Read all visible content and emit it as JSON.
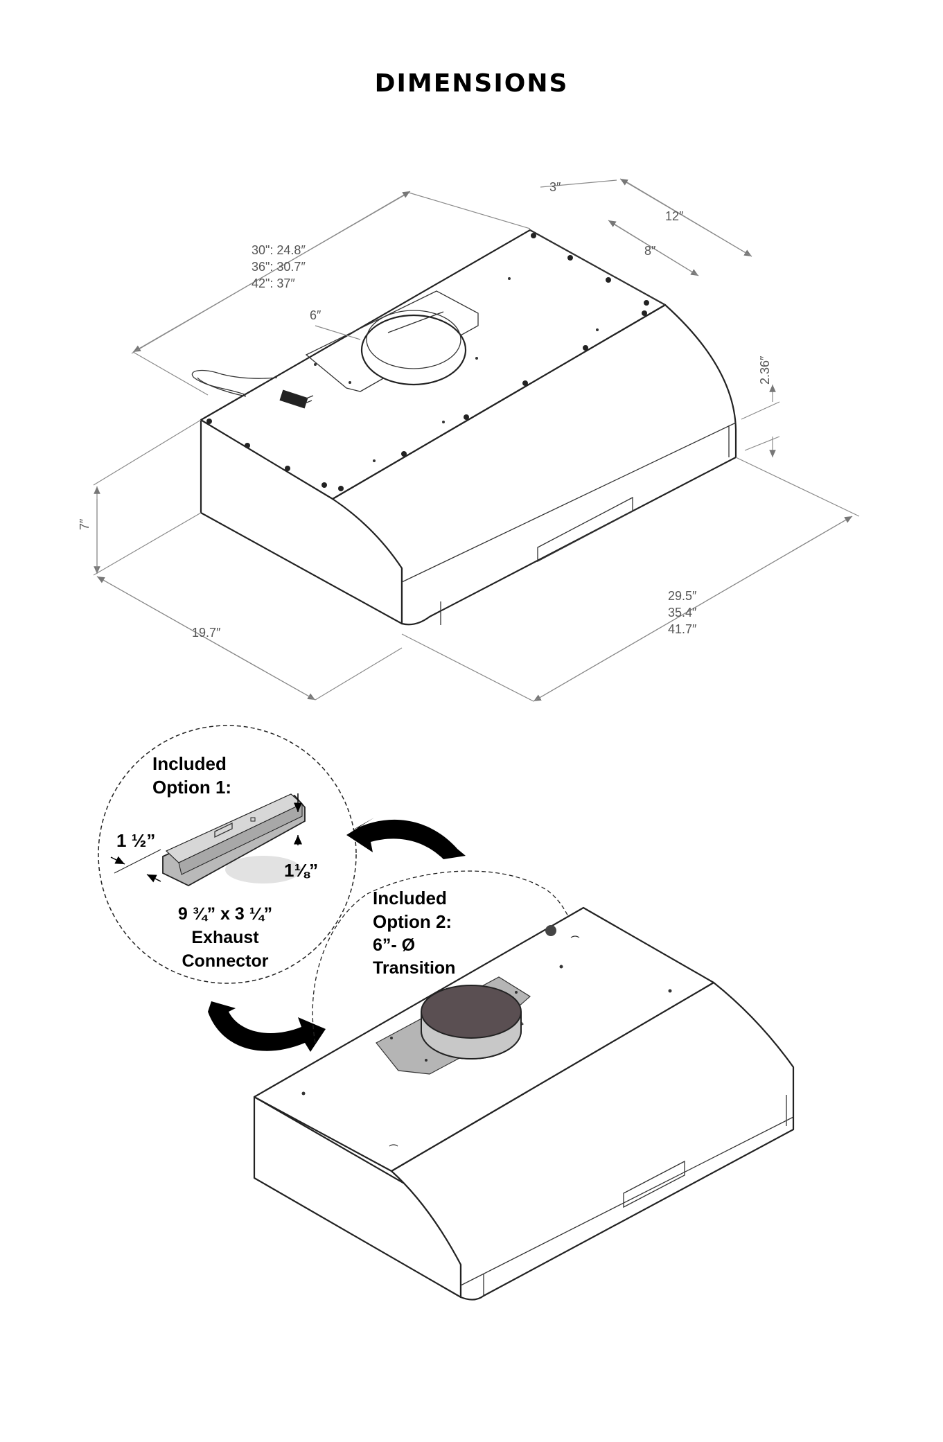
{
  "page": {
    "title": "DIMENSIONS"
  },
  "dimensions": {
    "top_3": "3″",
    "top_12": "12″",
    "top_8": "8″",
    "width_30": "30\": 24.8″",
    "width_36": "36\": 30.7″",
    "width_42": "42\": 37″",
    "collar_6": "6″",
    "side_236": "2.36″",
    "height_7": "7″",
    "depth_197": "19.7″",
    "len_295": "29.5″",
    "len_354": "35.4″",
    "len_417": "41.7″"
  },
  "option1": {
    "line1": "Included",
    "line2": "Option 1:",
    "dim_a": "1 ½”",
    "dim_b": "1⅛”",
    "size": "9 ¾” x 3 ¼”",
    "name1": "Exhaust",
    "name2": "Connector"
  },
  "option2": {
    "line1": "Included",
    "line2": "Option 2:",
    "line3": "6”- Ø",
    "line4": "Transition"
  },
  "colors": {
    "line": "#222222",
    "dimension": "#8a8a8a",
    "part_fill": "#b9b9b9",
    "arrow": "#000000"
  },
  "icons": [
    "power-plug-icon",
    "rotate-arrow-icon"
  ]
}
